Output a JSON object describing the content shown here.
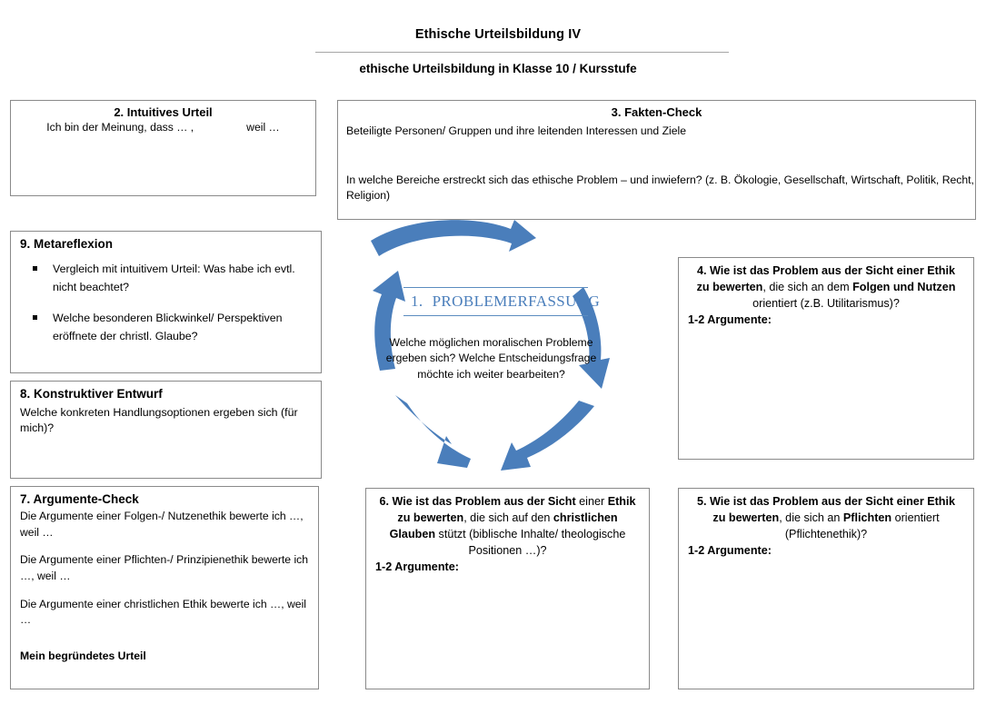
{
  "header": {
    "title": "Ethische Urteilsbildung IV",
    "subtitle": "ethische Urteilsbildung in Klasse 10 / Kursstufe"
  },
  "colors": {
    "arrow_blue": "#4a7ebb",
    "cycle_title_blue": "#4a7ebb",
    "box_border": "#8a8a8a",
    "rule_gray": "#a6a6a6"
  },
  "cycle": {
    "step_number": "1.",
    "step_title": "PROBLEMERFASSUNG",
    "step_text": "Welche möglichen moralischen Probleme ergeben sich? Welche Entscheidungsfrage möchte ich weiter bearbeiten?",
    "arrows": [
      {
        "name": "arrow-top",
        "direction": "clockwise-right"
      },
      {
        "name": "arrow-right",
        "direction": "clockwise-down"
      },
      {
        "name": "arrow-bottom-right",
        "direction": "clockwise-left-down"
      },
      {
        "name": "arrow-bottom-left",
        "direction": "clockwise-up-left"
      },
      {
        "name": "arrow-left",
        "direction": "clockwise-up"
      }
    ]
  },
  "box2": {
    "title": "2. Intuitives Urteil",
    "line_a": "Ich bin der Meinung, dass … ,",
    "line_b": "weil …"
  },
  "box3": {
    "title": "3. Fakten-Check",
    "line1": "Beteiligte Personen/ Gruppen und ihre leitenden Interessen und Ziele",
    "line2": "In welche Bereiche erstreckt sich das ethische Problem – und inwiefern? (z. B. Ökologie, Gesellschaft, Wirtschaft, Politik, Recht, Religion)"
  },
  "box4": {
    "number": "4.",
    "head_parts": [
      {
        "text": "4. Wie ist das Problem aus der Sicht einer Ethik zu bewerten",
        "bold": true
      },
      {
        "text": ", die sich an dem ",
        "bold": false
      },
      {
        "text": "Folgen und Nutzen",
        "bold": true
      },
      {
        "text": " orientiert (z.B. Utilitarismus)?",
        "bold": false
      }
    ],
    "arguments_label": "1-2 Argumente:"
  },
  "box5": {
    "number": "5.",
    "head_parts": [
      {
        "text": "5. Wie ist das Problem aus der Sicht einer Ethik zu bewerten",
        "bold": true
      },
      {
        "text": ", die sich an ",
        "bold": false
      },
      {
        "text": "Pflichten",
        "bold": true
      },
      {
        "text": " orientiert (Pflichtenethik)?",
        "bold": false
      }
    ],
    "arguments_label": "1-2 Argumente:"
  },
  "box6": {
    "number": "6.",
    "head_parts": [
      {
        "text": "6. Wie ist das Problem aus der Sicht",
        "bold": true
      },
      {
        "text": " einer ",
        "bold": false
      },
      {
        "text": "Ethik zu bewerten",
        "bold": true
      },
      {
        "text": ", die sich auf den ",
        "bold": false
      },
      {
        "text": "christlichen Glauben",
        "bold": true
      },
      {
        "text": " stützt (biblische Inhalte/ theologische Positionen …)?",
        "bold": false
      }
    ],
    "arguments_label": "1-2 Argumente:"
  },
  "box7": {
    "title": "7. Argumente-Check",
    "line1": "Die Argumente einer Folgen-/ Nutzenethik bewerte ich …, weil …",
    "line2": "Die Argumente einer Pflichten-/ Prinzipienethik bewerte ich …, weil …",
    "line3": "Die Argumente einer christlichen Ethik bewerte ich …, weil …",
    "line4": "Mein begründetes Urteil"
  },
  "box8": {
    "title": "8. Konstruktiver Entwurf",
    "line1": "Welche konkreten Handlungsoptionen ergeben sich (für mich)?"
  },
  "box9": {
    "title": "9. Metareflexion",
    "bullets": [
      "Vergleich mit intuitivem Urteil: Was habe ich evtl. nicht beachtet?",
      "Welche besonderen Blickwinkel/ Perspektiven eröffnete der christl. Glaube?"
    ]
  }
}
